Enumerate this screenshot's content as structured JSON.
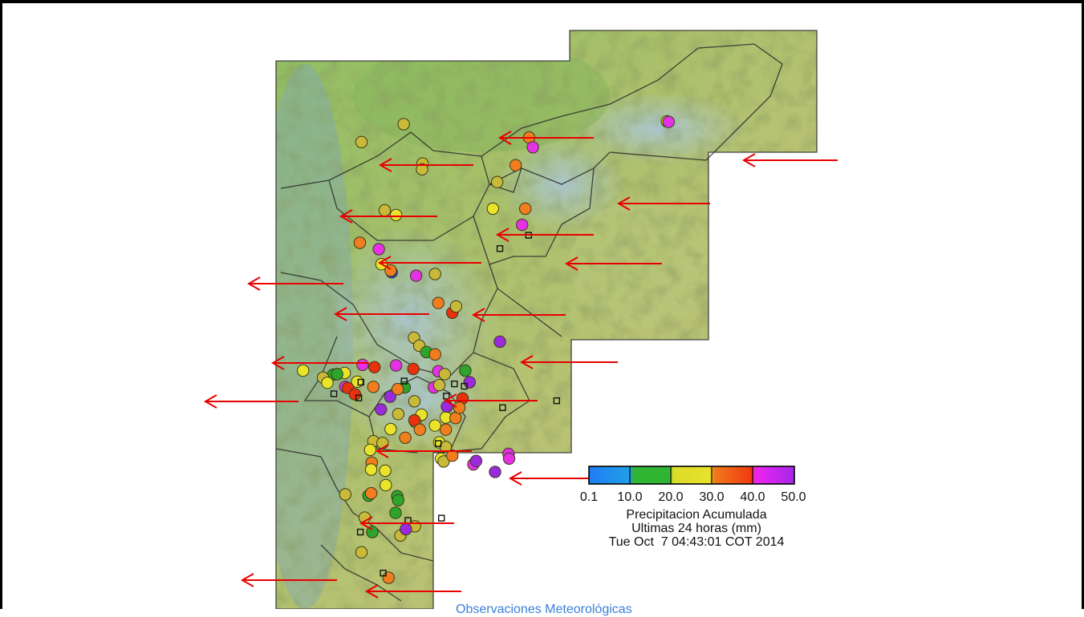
{
  "legend": {
    "ticks": [
      "0.1",
      "10.0",
      "20.0",
      "30.0",
      "40.0",
      "50.0"
    ],
    "title_line1": "Precipitacion Acumulada",
    "title_line2": "Ultimas 24 horas (mm)",
    "timestamp": "Tue Oct  7 04:43:01 COT 2014",
    "gradient_colors": [
      "#1f7df5",
      "#2fb531",
      "#e8e22a",
      "#f07a1c",
      "#ee23f0",
      "#a528e8"
    ]
  },
  "bottom_link": "Observaciones Meteorológicas",
  "colors": {
    "blue": "#1c3fe6",
    "green": "#2da52c",
    "yellow": "#e9e42a",
    "olive": "#c8ba38",
    "orange": "#f07e1e",
    "red": "#e8320e",
    "magenta": "#e531e6",
    "purple": "#9a2bdc",
    "arrow": "#e80000"
  },
  "stations": [
    {
      "lat": 0.158,
      "lon": 0.193,
      "c": "olive"
    },
    {
      "lat": 0.236,
      "lon": 0.162,
      "c": "olive"
    },
    {
      "lat": 0.271,
      "lon": 0.23,
      "c": "olive"
    },
    {
      "lat": 0.27,
      "lon": 0.24,
      "c": "olive"
    },
    {
      "lat": 0.222,
      "lon": 0.319,
      "c": "yellow"
    },
    {
      "lat": 0.201,
      "lon": 0.311,
      "c": "olive"
    },
    {
      "lat": 0.155,
      "lon": 0.367,
      "c": "orange"
    },
    {
      "lat": 0.19,
      "lon": 0.378,
      "c": "magenta"
    },
    {
      "lat": 0.195,
      "lon": 0.404,
      "c": "yellow"
    },
    {
      "lat": 0.214,
      "lon": 0.418,
      "c": "blue"
    },
    {
      "lat": 0.212,
      "lon": 0.415,
      "c": "orange"
    },
    {
      "lat": 0.259,
      "lon": 0.424,
      "c": "magenta"
    },
    {
      "lat": 0.294,
      "lon": 0.421,
      "c": "olive"
    },
    {
      "lat": 0.3,
      "lon": 0.471,
      "c": "orange"
    },
    {
      "lat": 0.326,
      "lon": 0.488,
      "c": "red"
    },
    {
      "lat": 0.333,
      "lon": 0.477,
      "c": "olive"
    },
    {
      "lat": 0.255,
      "lon": 0.531,
      "c": "olive"
    },
    {
      "lat": 0.265,
      "lon": 0.545,
      "c": "olive"
    },
    {
      "lat": 0.278,
      "lon": 0.556,
      "c": "green"
    },
    {
      "lat": 0.294,
      "lon": 0.56,
      "c": "orange"
    },
    {
      "lat": 0.16,
      "lon": 0.578,
      "c": "magenta"
    },
    {
      "lat": 0.128,
      "lon": 0.616,
      "c": "magenta"
    },
    {
      "lat": 0.182,
      "lon": 0.582,
      "c": "red"
    },
    {
      "lat": 0.222,
      "lon": 0.579,
      "c": "magenta"
    },
    {
      "lat": 0.254,
      "lon": 0.585,
      "c": "red"
    },
    {
      "lat": 0.3,
      "lon": 0.589,
      "c": "magenta"
    },
    {
      "lat": 0.312,
      "lon": 0.594,
      "c": "olive"
    },
    {
      "lat": 0.238,
      "lon": 0.617,
      "c": "green"
    },
    {
      "lat": 0.211,
      "lon": 0.633,
      "c": "purple"
    },
    {
      "lat": 0.292,
      "lon": 0.617,
      "c": "magenta"
    },
    {
      "lat": 0.256,
      "lon": 0.641,
      "c": "olive"
    },
    {
      "lat": 0.194,
      "lon": 0.655,
      "c": "purple"
    },
    {
      "lat": 0.226,
      "lon": 0.663,
      "c": "olive"
    },
    {
      "lat": 0.212,
      "lon": 0.689,
      "c": "yellow"
    },
    {
      "lat": 0.258,
      "lon": 0.677,
      "c": "olive"
    },
    {
      "lat": 0.269,
      "lon": 0.664,
      "c": "yellow"
    },
    {
      "lat": 0.256,
      "lon": 0.674,
      "c": "red"
    },
    {
      "lat": 0.266,
      "lon": 0.69,
      "c": "orange"
    },
    {
      "lat": 0.314,
      "lon": 0.69,
      "c": "orange"
    },
    {
      "lat": 0.294,
      "lon": 0.683,
      "c": "yellow"
    },
    {
      "lat": 0.314,
      "lon": 0.669,
      "c": "yellow"
    },
    {
      "lat": 0.332,
      "lon": 0.67,
      "c": "orange"
    },
    {
      "lat": 0.316,
      "lon": 0.65,
      "c": "purple"
    },
    {
      "lat": 0.345,
      "lon": 0.636,
      "c": "red"
    },
    {
      "lat": 0.339,
      "lon": 0.652,
      "c": "orange"
    },
    {
      "lat": 0.358,
      "lon": 0.608,
      "c": "purple"
    },
    {
      "lat": 0.35,
      "lon": 0.588,
      "c": "green"
    },
    {
      "lat": 0.302,
      "lon": 0.613,
      "c": "olive"
    },
    {
      "lat": 0.15,
      "lon": 0.607,
      "c": "yellow"
    },
    {
      "lat": 0.133,
      "lon": 0.618,
      "c": "red"
    },
    {
      "lat": 0.18,
      "lon": 0.616,
      "c": "orange"
    },
    {
      "lat": 0.225,
      "lon": 0.62,
      "c": "orange"
    },
    {
      "lat": 0.146,
      "lon": 0.629,
      "c": "red"
    },
    {
      "lat": 0.106,
      "lon": 0.595,
      "c": "green"
    },
    {
      "lat": 0.127,
      "lon": 0.592,
      "c": "yellow"
    },
    {
      "lat": 0.087,
      "lon": 0.6,
      "c": "olive"
    },
    {
      "lat": 0.113,
      "lon": 0.594,
      "c": "green"
    },
    {
      "lat": 0.095,
      "lon": 0.609,
      "c": "yellow"
    },
    {
      "lat": 0.05,
      "lon": 0.588,
      "c": "yellow"
    },
    {
      "lat": 0.18,
      "lon": 0.71,
      "c": "olive"
    },
    {
      "lat": 0.177,
      "lon": 0.747,
      "c": "orange"
    },
    {
      "lat": 0.176,
      "lon": 0.759,
      "c": "yellow"
    },
    {
      "lat": 0.171,
      "lon": 0.804,
      "c": "green"
    },
    {
      "lat": 0.128,
      "lon": 0.802,
      "c": "olive"
    },
    {
      "lat": 0.164,
      "lon": 0.842,
      "c": "olive"
    },
    {
      "lat": 0.257,
      "lon": 0.857,
      "c": "olive"
    },
    {
      "lat": 0.221,
      "lon": 0.834,
      "c": "green"
    },
    {
      "lat": 0.202,
      "lon": 0.761,
      "c": "yellow"
    },
    {
      "lat": 0.174,
      "lon": 0.725,
      "c": "yellow"
    },
    {
      "lat": 0.197,
      "lon": 0.713,
      "c": "olive"
    },
    {
      "lat": 0.239,
      "lon": 0.704,
      "c": "orange"
    },
    {
      "lat": 0.305,
      "lon": 0.74,
      "c": "yellow"
    },
    {
      "lat": 0.302,
      "lon": 0.712,
      "c": "yellow"
    },
    {
      "lat": 0.314,
      "lon": 0.72,
      "c": "olive"
    },
    {
      "lat": 0.31,
      "lon": 0.745,
      "c": "olive"
    },
    {
      "lat": 0.326,
      "lon": 0.735,
      "c": "orange"
    },
    {
      "lat": 0.365,
      "lon": 0.75,
      "c": "magenta"
    },
    {
      "lat": 0.37,
      "lon": 0.744,
      "c": "purple"
    },
    {
      "lat": 0.405,
      "lon": 0.763,
      "c": "purple"
    },
    {
      "lat": 0.43,
      "lon": 0.732,
      "c": "magenta"
    },
    {
      "lat": 0.431,
      "lon": 0.74,
      "c": "magenta"
    },
    {
      "lat": 0.203,
      "lon": 0.786,
      "c": "yellow"
    },
    {
      "lat": 0.176,
      "lon": 0.8,
      "c": "orange"
    },
    {
      "lat": 0.224,
      "lon": 0.805,
      "c": "green"
    },
    {
      "lat": 0.226,
      "lon": 0.812,
      "c": "green"
    },
    {
      "lat": 0.178,
      "lon": 0.867,
      "c": "green"
    },
    {
      "lat": 0.23,
      "lon": 0.873,
      "c": "olive"
    },
    {
      "lat": 0.24,
      "lon": 0.862,
      "c": "purple"
    },
    {
      "lat": 0.158,
      "lon": 0.902,
      "c": "olive"
    },
    {
      "lat": 0.208,
      "lon": 0.946,
      "c": "orange"
    },
    {
      "lat": 0.414,
      "lon": 0.538,
      "c": "purple"
    },
    {
      "lat": 0.409,
      "lon": 0.262,
      "c": "olive"
    },
    {
      "lat": 0.401,
      "lon": 0.308,
      "c": "yellow"
    },
    {
      "lat": 0.443,
      "lon": 0.233,
      "c": "orange"
    },
    {
      "lat": 0.468,
      "lon": 0.185,
      "c": "orange"
    },
    {
      "lat": 0.475,
      "lon": 0.202,
      "c": "magenta"
    },
    {
      "lat": 0.461,
      "lon": 0.308,
      "c": "orange"
    },
    {
      "lat": 0.455,
      "lon": 0.336,
      "c": "magenta"
    },
    {
      "lat": 0.723,
      "lon": 0.157,
      "c": "yellow"
    },
    {
      "lat": 0.726,
      "lon": 0.158,
      "c": "magenta"
    }
  ],
  "gauges": [
    {
      "lat": 0.414,
      "lon": 0.377
    },
    {
      "lat": 0.467,
      "lon": 0.354
    },
    {
      "lat": 0.157,
      "lon": 0.608
    },
    {
      "lat": 0.237,
      "lon": 0.606
    },
    {
      "lat": 0.33,
      "lon": 0.611
    },
    {
      "lat": 0.315,
      "lon": 0.632
    },
    {
      "lat": 0.348,
      "lon": 0.615
    },
    {
      "lat": 0.107,
      "lon": 0.628
    },
    {
      "lat": 0.153,
      "lon": 0.635
    },
    {
      "lat": 0.419,
      "lon": 0.652
    },
    {
      "lat": 0.519,
      "lon": 0.64
    },
    {
      "lat": 0.3,
      "lon": 0.714
    },
    {
      "lat": 0.244,
      "lon": 0.847
    },
    {
      "lat": 0.306,
      "lon": 0.843
    },
    {
      "lat": 0.156,
      "lon": 0.867
    },
    {
      "lat": 0.198,
      "lon": 0.938
    }
  ]
}
